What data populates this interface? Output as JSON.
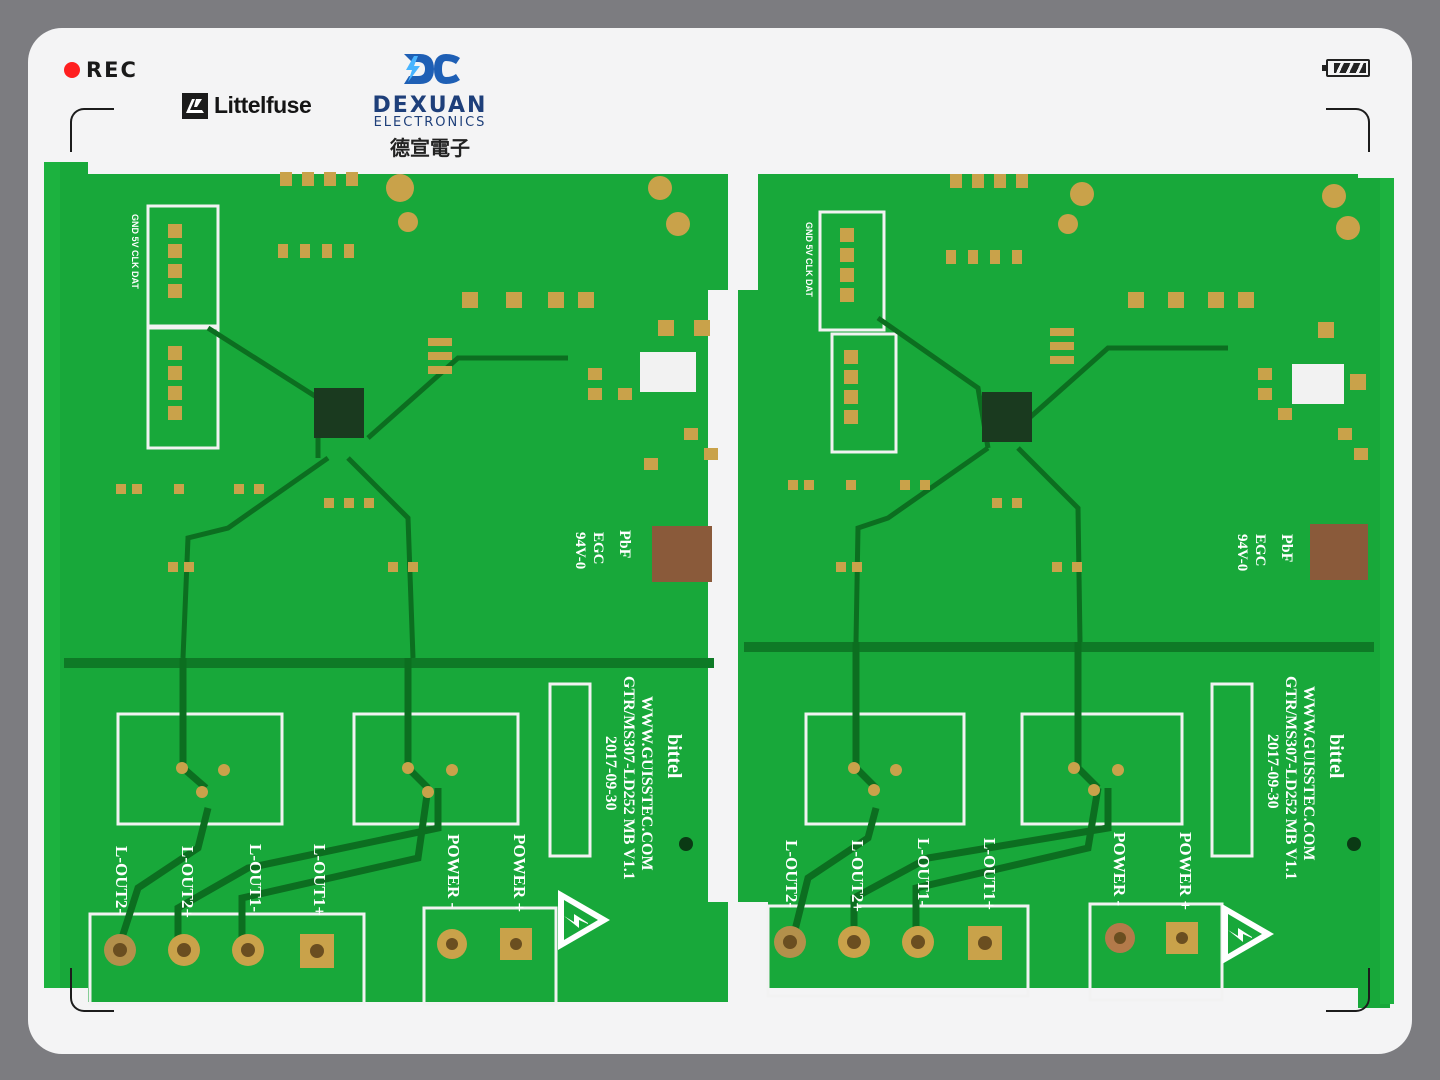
{
  "header": {
    "rec_label": "REC",
    "littelfuse_logo": "Littelfuse",
    "dexuan_logo": {
      "name": "DEXUAN",
      "sub": "ELECTRONICS",
      "cn": "德宣電子"
    }
  },
  "board_left": {
    "silk": {
      "out_labels": [
        "L-OUT2-",
        "L-OUT2+",
        "L-OUT1-",
        "L-OUT1+"
      ],
      "power_neg": "POWER -",
      "power_pos": "POWER +",
      "url": "WWW.GUISSTEC.COM",
      "model": "GTR/MS307-LD252 MB V1.1",
      "date": "2017-09-30",
      "brand": "bittel",
      "pbf": "PbF",
      "egc": "EGC",
      "rating": "94V-0",
      "j4_pins": "GND 5V CLK DAT"
    }
  },
  "board_right": {
    "silk": {
      "out_labels": [
        "L-OUT2-",
        "L-OUT2+",
        "L-OUT1-",
        "L-OUT1+"
      ],
      "power_neg": "POWER -",
      "power_pos": "POWER +",
      "url": "WWW.GUISSTEC.COM",
      "model": "GTR/MS307-LD252 MB V1.1",
      "date": "2017-09-30",
      "brand": "bittel",
      "pbf": "PbF",
      "egc": "EGC",
      "rating": "94V-0",
      "j4_pins": "GND 5V CLK DAT"
    }
  },
  "colors": {
    "pcb": "#18a83a",
    "pcb_dark": "#0e7a26",
    "trace": "#0c6e20",
    "copper": "#c9a24a",
    "silk": "#ffffff",
    "frame": "#f4f4f5",
    "outer": "#7c7c80"
  },
  "icons": [
    "rec-dot-icon",
    "battery-icon",
    "littelfuse-logo",
    "dexuan-logo",
    "high-voltage-warning-icon"
  ]
}
